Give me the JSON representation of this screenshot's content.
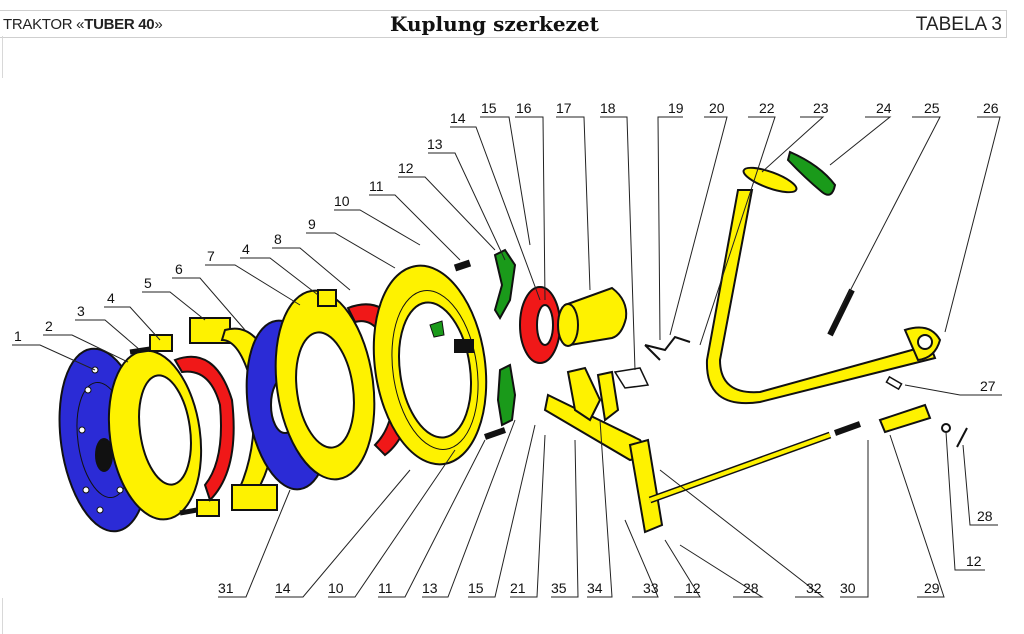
{
  "header": {
    "left_prefix": "TRAKTOR «",
    "left_bold": "TUBER  40",
    "left_suffix": "»",
    "title": "Kuplung szerkezet",
    "right": "TABELA 3"
  },
  "colors": {
    "yellow": "#fef200",
    "blue": "#2b2bd6",
    "red": "#f01818",
    "green": "#1a9a1a",
    "outline": "#111111"
  },
  "callouts_top": [
    "1",
    "2",
    "3",
    "4",
    "5",
    "6",
    "7",
    "4",
    "8",
    "9",
    "10",
    "11",
    "12",
    "13",
    "14",
    "15",
    "16",
    "17",
    "18",
    "19",
    "20",
    "22",
    "23",
    "24",
    "25",
    "26"
  ],
  "callouts_right": [
    "27",
    "28",
    "12"
  ],
  "callouts_bottom": [
    "31",
    "14",
    "10",
    "11",
    "13",
    "15",
    "21",
    "35",
    "34",
    "33",
    "12",
    "28",
    "32",
    "30",
    "29"
  ],
  "parts": [
    {
      "id": "disc-1",
      "label": "1",
      "color": "blue"
    },
    {
      "id": "flywheel-plate-2",
      "label": "2",
      "color": "yellow"
    },
    {
      "id": "friction-ring-5",
      "label": "5",
      "color": "red"
    },
    {
      "id": "clutch-disc-6",
      "label": "6",
      "color": "blue"
    },
    {
      "id": "pressure-plate-7",
      "label": "7",
      "color": "yellow"
    },
    {
      "id": "friction-ring-8",
      "label": "8",
      "color": "red"
    },
    {
      "id": "clutch-cover-9",
      "label": "9",
      "color": "yellow"
    },
    {
      "id": "release-lever-13",
      "label": "13",
      "color": "green"
    },
    {
      "id": "release-bearing-16",
      "label": "16",
      "color": "red"
    },
    {
      "id": "bearing-sleeve-17",
      "label": "17",
      "color": "yellow"
    },
    {
      "id": "pedal-23",
      "label": "23",
      "color": "yellow"
    },
    {
      "id": "pedal-pad-24",
      "label": "24",
      "color": "green"
    },
    {
      "id": "spring-25",
      "label": "25",
      "color": "black"
    },
    {
      "id": "fork-shaft-34",
      "label": "34",
      "color": "yellow"
    },
    {
      "id": "lever-32",
      "label": "32",
      "color": "yellow"
    },
    {
      "id": "pull-rod-30",
      "label": "30",
      "color": "yellow"
    },
    {
      "id": "clevis-29",
      "label": "29",
      "color": "yellow"
    }
  ]
}
